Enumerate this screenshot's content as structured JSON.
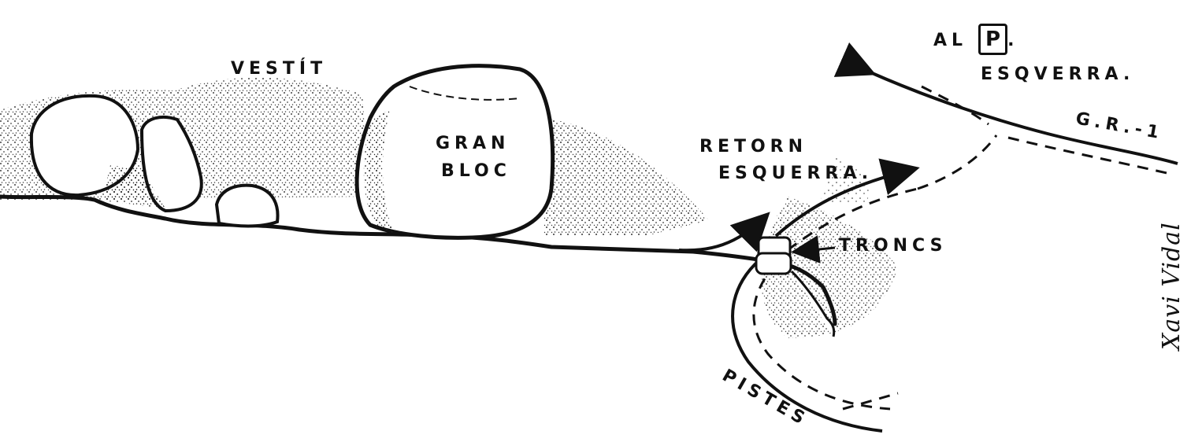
{
  "labels": {
    "al": "AL",
    "parking": "P",
    "dot": ".",
    "esquerra": "ESQVERRA.",
    "vestit": "VESTÍT",
    "gran": "GRAN",
    "bloc": "BLOC",
    "retorn": "RETORN",
    "retorn_esquerra": "ESQUERRA.",
    "gr1": "G.R.-1",
    "troncs": "TRONCS",
    "pistes": "PISTES"
  },
  "signature": "Xavi Vidal",
  "colors": {
    "ink": "#111111",
    "background": "#ffffff",
    "stipple": "#333333"
  }
}
